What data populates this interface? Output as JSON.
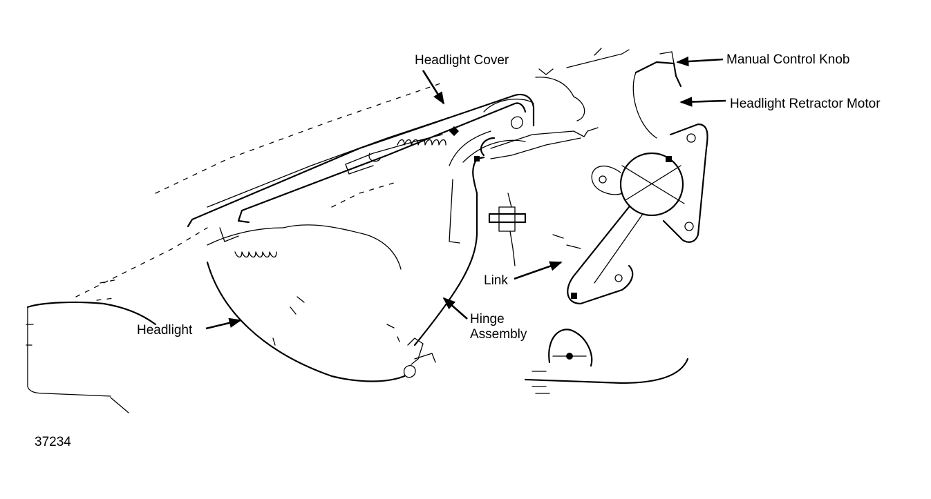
{
  "diagram": {
    "labels": {
      "headlight_cover": "Headlight Cover",
      "manual_control_knob": "Manual Control Knob",
      "retractor_motor": "Headlight Retractor Motor",
      "link": "Link",
      "headlight": "Headlight",
      "hinge_line1": "Hinge",
      "hinge_line2": "Assembly"
    },
    "figure_number": "37234"
  }
}
